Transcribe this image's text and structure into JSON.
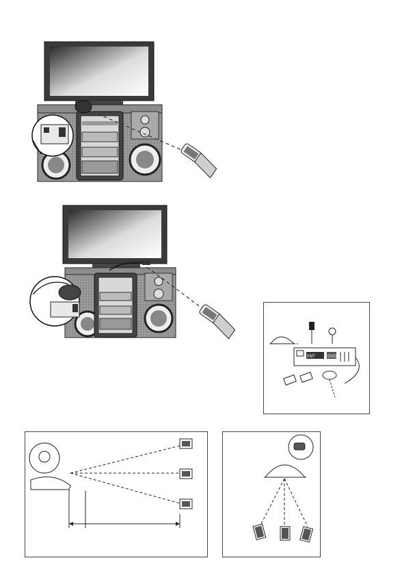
{
  "figures": [
    {
      "id": "fig-tv-setup-1"
    },
    {
      "id": "fig-tv-setup-2"
    },
    {
      "id": "fig-receiver-connection",
      "labels": {
        "device_label_left": "ENT",
        "device_label_right": "DVD"
      }
    },
    {
      "id": "fig-range-side-view"
    },
    {
      "id": "fig-range-front-view"
    }
  ],
  "colors": {
    "line": "#222222",
    "screen_dark": "#3a3a3a",
    "screen_light": "#f2f2f2",
    "cabinet": "#8a8a8a",
    "cabinet_dark": "#555555"
  }
}
